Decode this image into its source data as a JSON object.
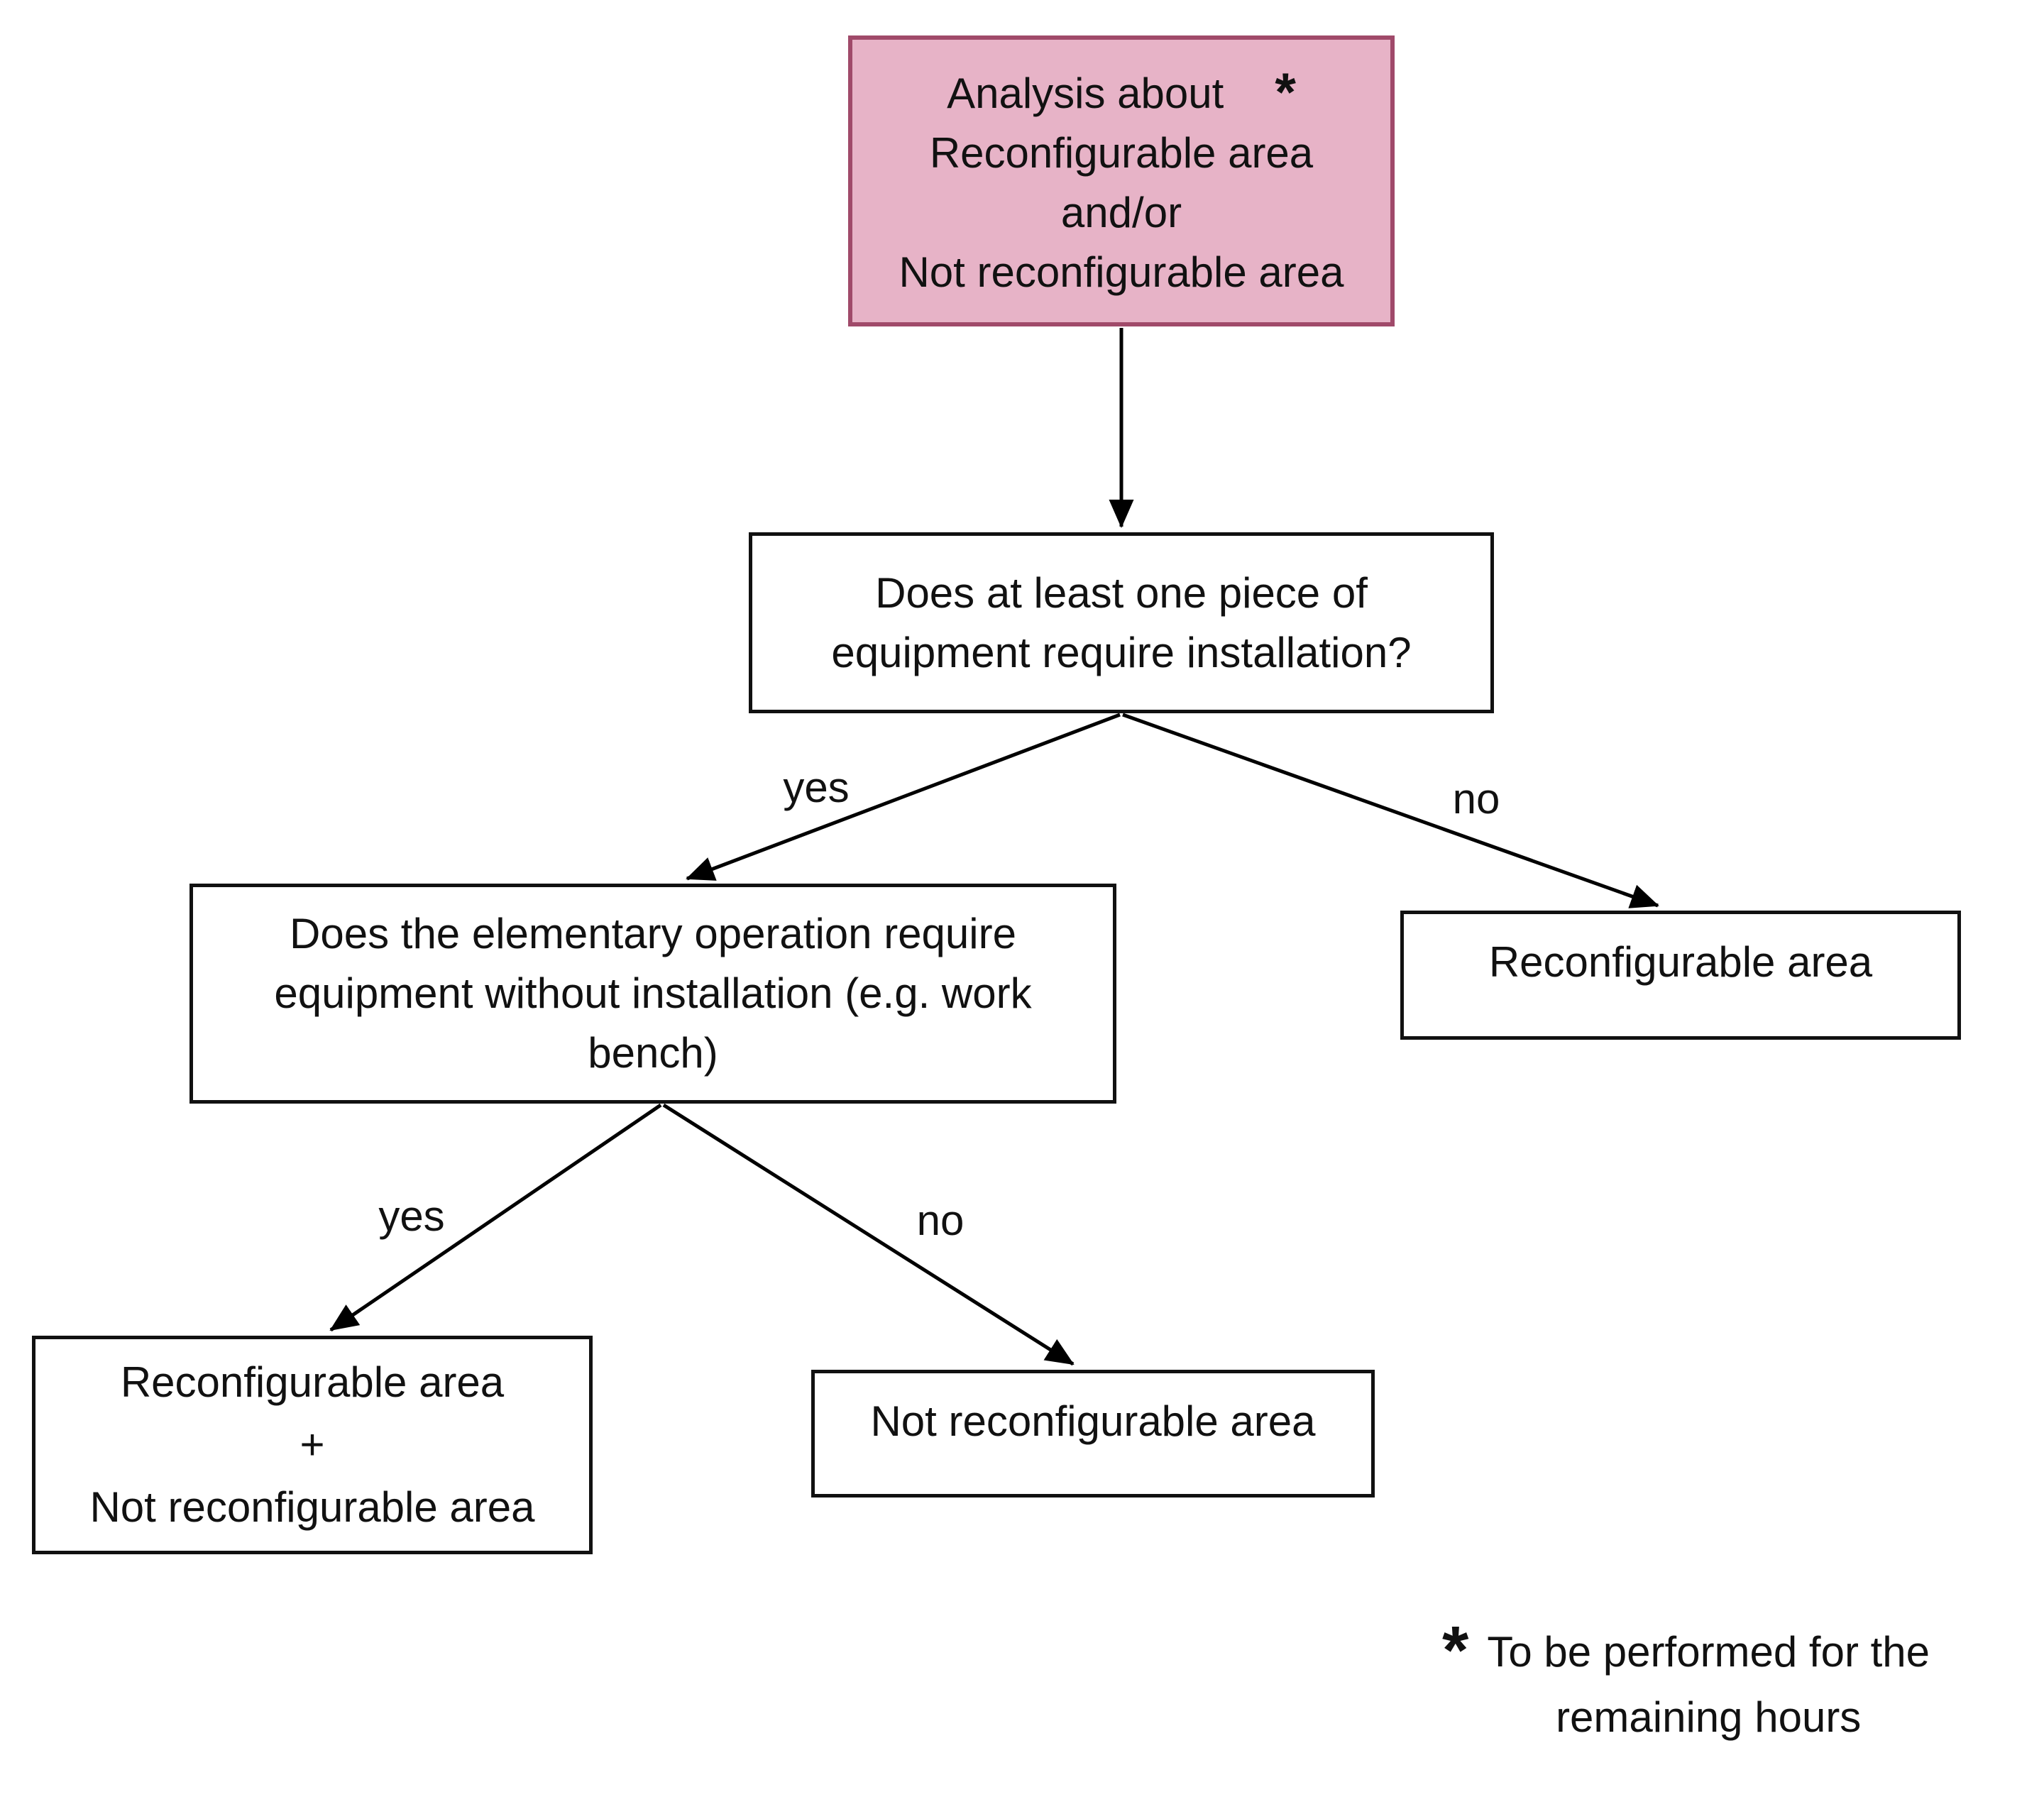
{
  "colors": {
    "background": "#ffffff",
    "start_fill": "#e7b3c7",
    "start_border": "#a04a6a",
    "box_border": "#111111",
    "arrow": "#000000",
    "text": "#111111"
  },
  "nodes": {
    "start": {
      "line1": "Analysis about",
      "asterisk": "*",
      "line2": "Reconfigurable area",
      "line3": "and/or",
      "line4": "Not reconfigurable area"
    },
    "q_installation": {
      "line1": "Does at least one piece of",
      "line2": "equipment require installation?"
    },
    "q_no_install_equipment": {
      "line1": "Does the elementary operation require",
      "line2": "equipment without installation (e.g. work",
      "line3": "bench)"
    },
    "outcome_reconfigurable": {
      "label": "Reconfigurable area"
    },
    "outcome_both": {
      "line1": "Reconfigurable area",
      "line2": "+",
      "line3": "Not reconfigurable area"
    },
    "outcome_not_reconfigurable": {
      "label": "Not reconfigurable area"
    }
  },
  "edge_labels": {
    "q1_yes": "yes",
    "q1_no": "no",
    "q2_yes": "yes",
    "q2_no": "no"
  },
  "footnote": {
    "asterisk": "*",
    "line1": "To be performed for the",
    "line2": "remaining hours"
  }
}
